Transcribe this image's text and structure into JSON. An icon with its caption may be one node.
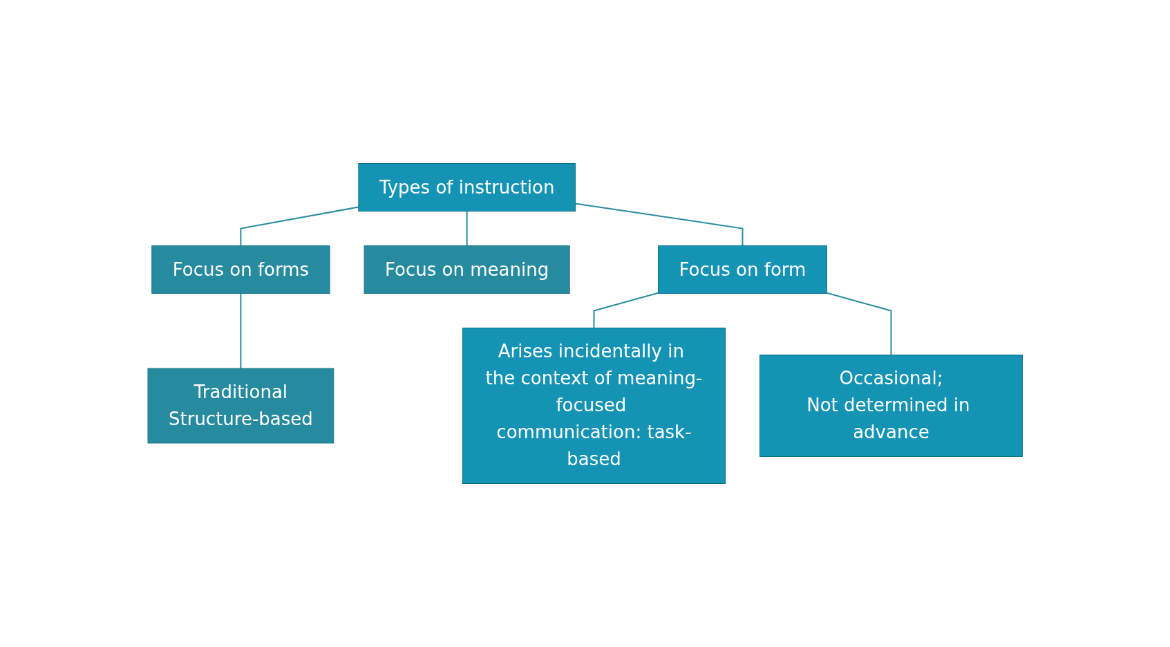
{
  "diagram": {
    "nodes": [
      {
        "text": [
          "Types of instruction"
        ]
      },
      {
        "text": [
          "Focus on forms"
        ]
      },
      {
        "text": [
          "Focus on meaning"
        ]
      },
      {
        "text": [
          "Focus on form"
        ]
      },
      {
        "text": [
          "Traditional",
          "Structure-based"
        ]
      },
      {
        "text": [
          "Arises incidentally in the context of meaning-focused communication: task-based"
        ]
      },
      {
        "text": [
          "Occasional;",
          "Not determined in advance"
        ]
      }
    ],
    "edges": [
      {
        "from": 0,
        "to": 1,
        "arrow": "none"
      },
      {
        "from": 0,
        "to": 2,
        "arrow": "none"
      },
      {
        "from": 0,
        "to": 3,
        "arrow": "none"
      },
      {
        "from": 1,
        "to": 4,
        "arrow": "none"
      },
      {
        "from": 3,
        "to": 5,
        "arrow": "none"
      },
      {
        "from": 3,
        "to": 6,
        "arrow": "none"
      }
    ]
  }
}
